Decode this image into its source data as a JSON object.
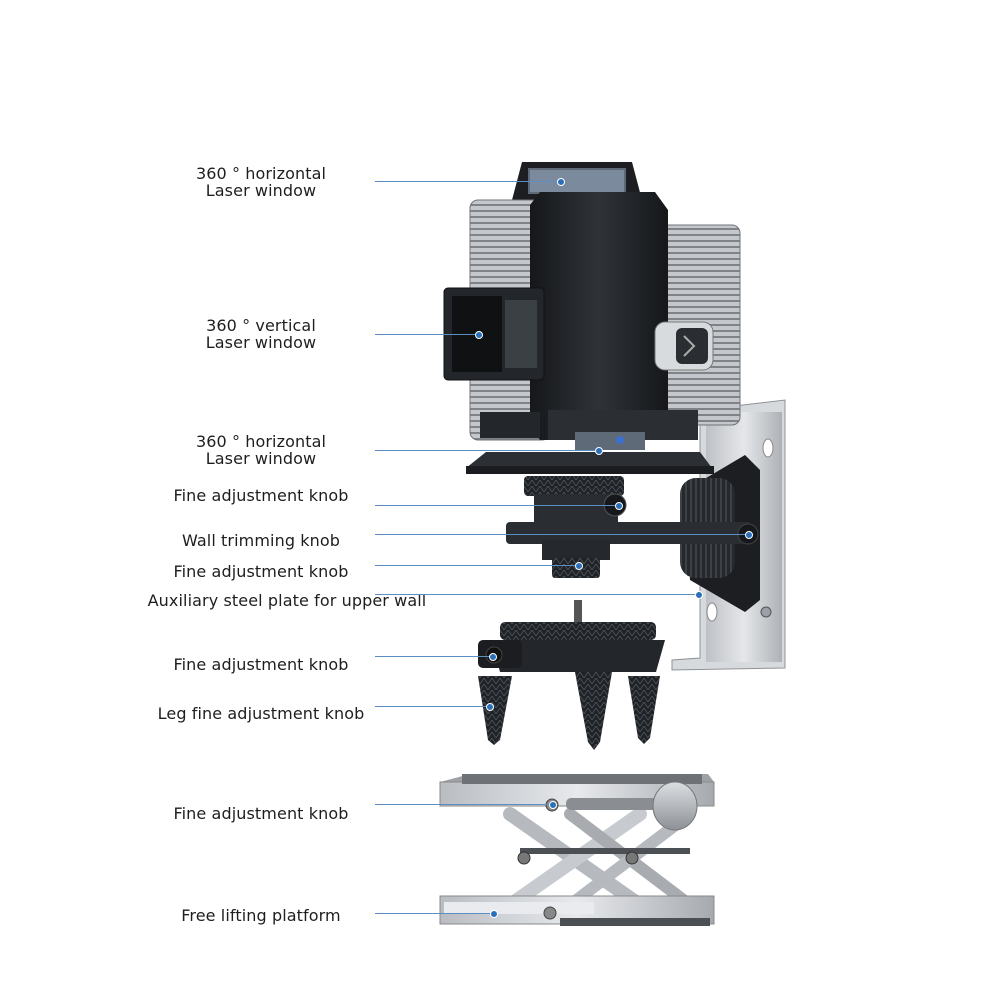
{
  "callouts": [
    {
      "line1": "360 ° horizontal",
      "line2": "Laser window"
    },
    {
      "line1": "360 ° vertical",
      "line2": "Laser window"
    },
    {
      "line1": "360 ° horizontal",
      "line2": "Laser window"
    },
    {
      "line1": "Fine adjustment knob",
      "line2": ""
    },
    {
      "line1": "Wall trimming knob",
      "line2": ""
    },
    {
      "line1": "Fine adjustment knob",
      "line2": ""
    },
    {
      "line1": "Auxiliary steel plate for upper wall",
      "line2": ""
    },
    {
      "line1": "Fine adjustment knob",
      "line2": ""
    },
    {
      "line1": "Leg fine adjustment knob",
      "line2": ""
    },
    {
      "line1": "Fine adjustment knob",
      "line2": ""
    },
    {
      "line1": "Free lifting platform",
      "line2": ""
    }
  ],
  "colors": {
    "leader": "#5b8fc4",
    "dot": "#2a6fb8",
    "body_dark": "#1f2226",
    "body_grey": "#a7abb0",
    "steel": "#c9ccd0"
  }
}
